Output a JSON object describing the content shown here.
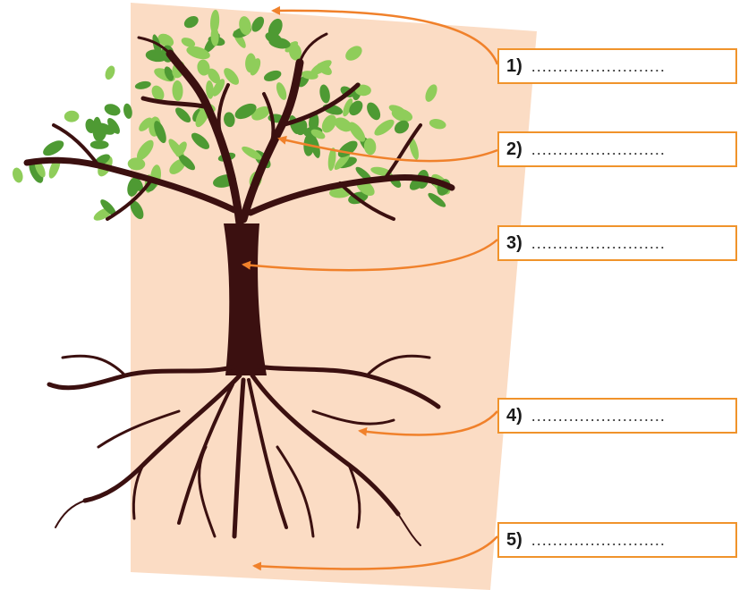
{
  "labels": [
    {
      "number": "1)",
      "blank": ".........................",
      "target": "sky-above-tree"
    },
    {
      "number": "2)",
      "blank": ".........................",
      "target": "branches"
    },
    {
      "number": "3)",
      "blank": ".........................",
      "target": "trunk"
    },
    {
      "number": "4)",
      "blank": ".........................",
      "target": "roots"
    },
    {
      "number": "5)",
      "blank": ".........................",
      "target": "soil"
    }
  ],
  "colors": {
    "background_panel": "#fbdcc4",
    "arrow": "#f0812b",
    "box_border": "#f0932b",
    "wood": "#3b1010",
    "leaf_dark": "#4e9a33",
    "leaf_light": "#8fcd5a"
  },
  "icons": [
    "tree-illustration",
    "leaf-icon"
  ]
}
